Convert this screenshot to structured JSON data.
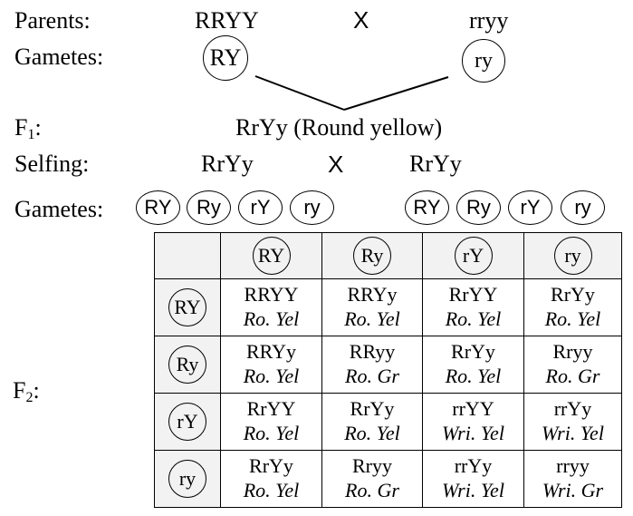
{
  "parents": {
    "label": "Parents:",
    "left": "RRYY",
    "cross": "X",
    "right": "rryy"
  },
  "gametes1": {
    "label": "Gametes:",
    "left": "RY",
    "right": "ry"
  },
  "f1": {
    "label_main": "F",
    "label_sub": "1",
    "label_colon": ":",
    "result": "RrYy (Round yellow)"
  },
  "selfing": {
    "label": "Selfing:",
    "left": "RrYy",
    "cross": "X",
    "right": "RrYy"
  },
  "gametes2": {
    "label": "Gametes:",
    "left": [
      "RY",
      "Ry",
      "rY",
      "ry"
    ],
    "right": [
      "RY",
      "Ry",
      "rY",
      "ry"
    ]
  },
  "f2": {
    "label_main": "F",
    "label_sub": "2",
    "label_colon": ":"
  },
  "punnett": {
    "columns": [
      "RY",
      "Ry",
      "rY",
      "ry"
    ],
    "rows": [
      {
        "gamete": "RY",
        "cells": [
          {
            "genotype": "RRYY",
            "phenotype": "Ro. Yel"
          },
          {
            "genotype": "RRYy",
            "phenotype": "Ro. Yel"
          },
          {
            "genotype": "RrYY",
            "phenotype": "Ro. Yel"
          },
          {
            "genotype": "RrYy",
            "phenotype": "Ro. Yel"
          }
        ]
      },
      {
        "gamete": "Ry",
        "cells": [
          {
            "genotype": "RRYy",
            "phenotype": "Ro. Yel"
          },
          {
            "genotype": "RRyy",
            "phenotype": "Ro. Gr"
          },
          {
            "genotype": "RrYy",
            "phenotype": "Ro. Yel"
          },
          {
            "genotype": "Rryy",
            "phenotype": "Ro. Gr"
          }
        ]
      },
      {
        "gamete": "rY",
        "cells": [
          {
            "genotype": "RrYY",
            "phenotype": "Ro. Yel"
          },
          {
            "genotype": "RrYy",
            "phenotype": "Ro. Yel"
          },
          {
            "genotype": "rrYY",
            "phenotype": "Wri. Yel"
          },
          {
            "genotype": "rrYy",
            "phenotype": "Wri. Yel"
          }
        ]
      },
      {
        "gamete": "ry",
        "cells": [
          {
            "genotype": "RrYy",
            "phenotype": "Ro. Yel"
          },
          {
            "genotype": "Rryy",
            "phenotype": "Ro. Gr"
          },
          {
            "genotype": "rrYy",
            "phenotype": "Wri. Yel"
          },
          {
            "genotype": "rryy",
            "phenotype": "Wri. Gr"
          }
        ]
      }
    ]
  }
}
